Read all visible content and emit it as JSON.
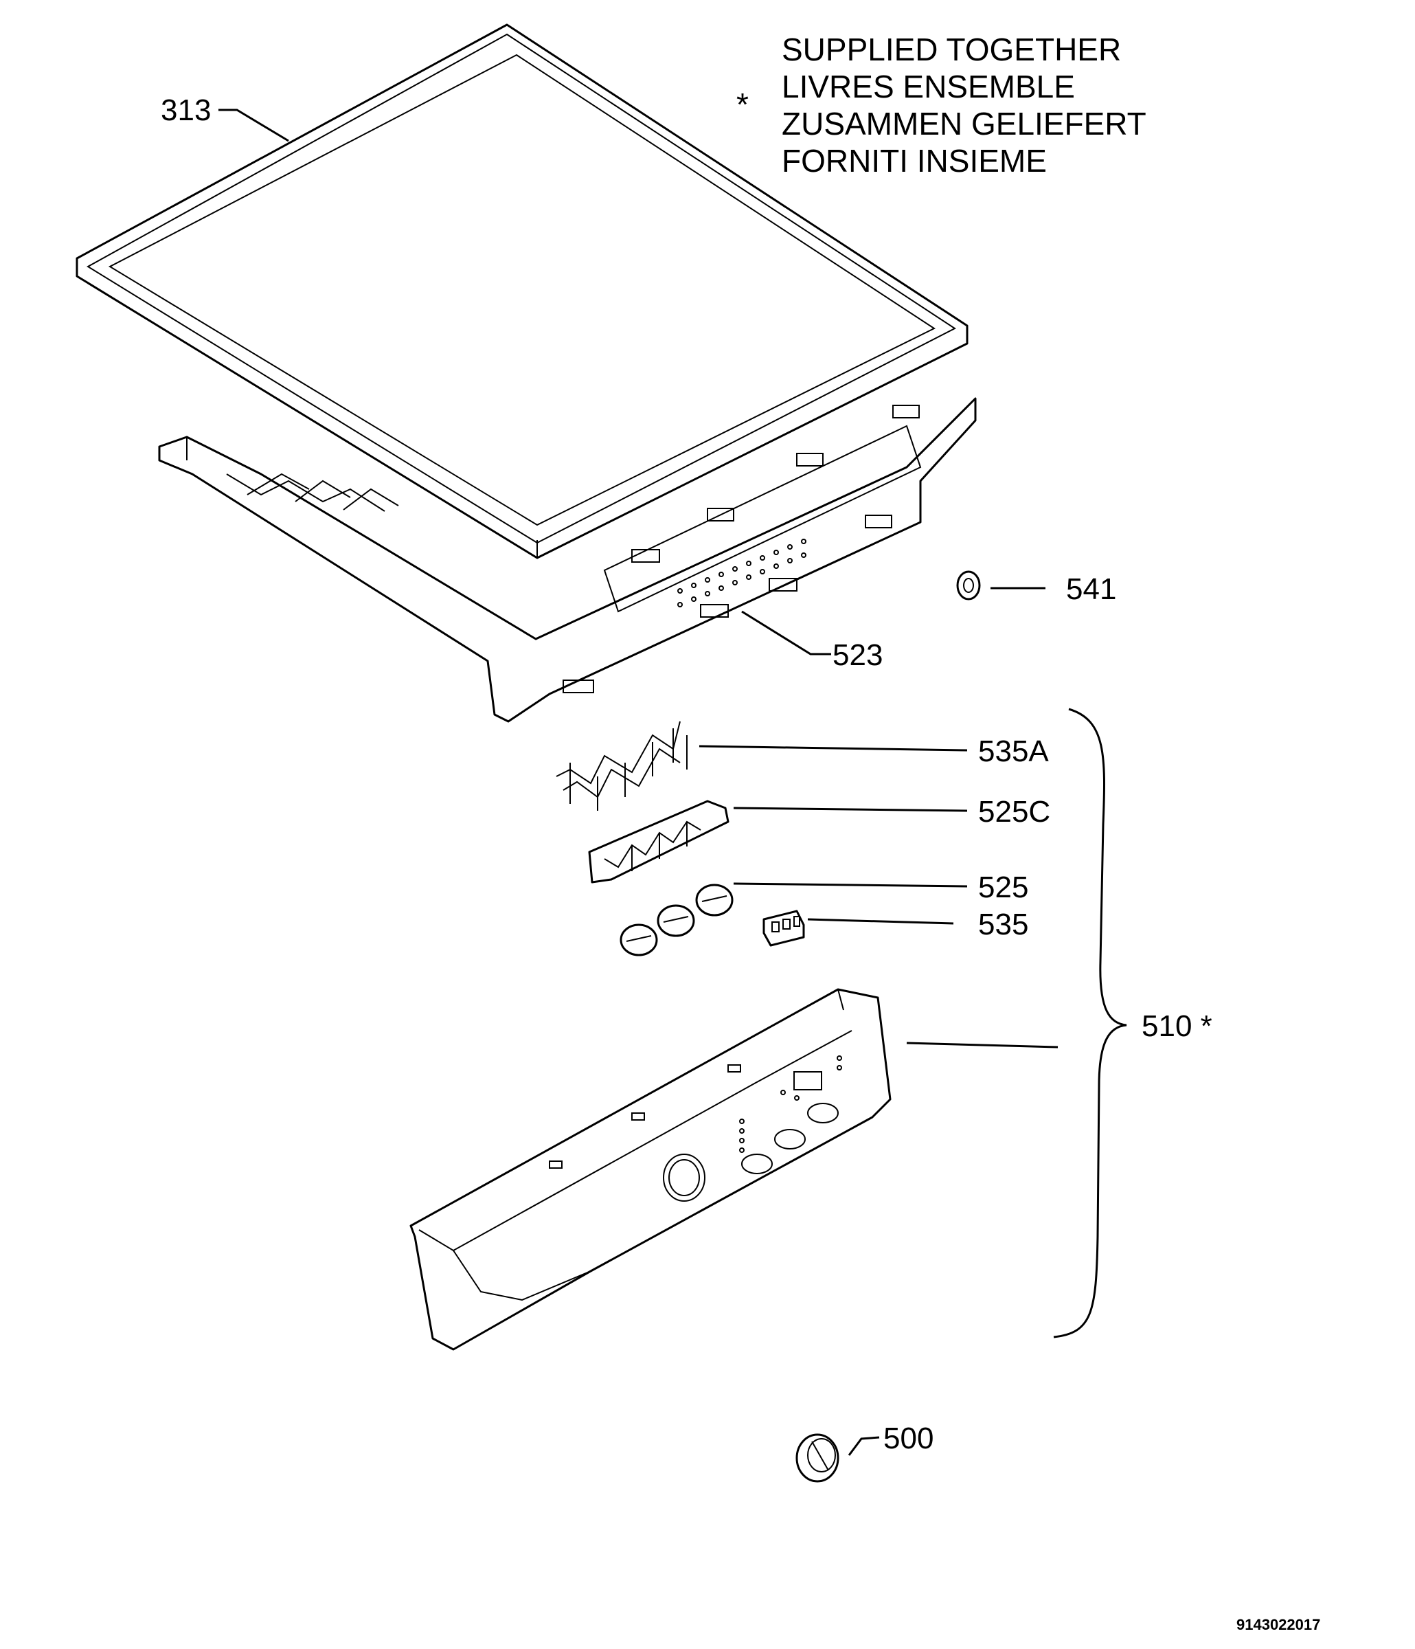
{
  "note": {
    "asterisk": "*",
    "lines": [
      "SUPPLIED TOGETHER",
      "LIVRES ENSEMBLE",
      "ZUSAMMEN GELIEFERT",
      "FORNITI INSIEME"
    ]
  },
  "parts": {
    "p313": "313",
    "p523": "523",
    "p541": "541",
    "p535A": "535A",
    "p525C": "525C",
    "p525": "525",
    "p535": "535",
    "p510": "510 *",
    "p500": "500"
  },
  "doc_number": "9143022017"
}
